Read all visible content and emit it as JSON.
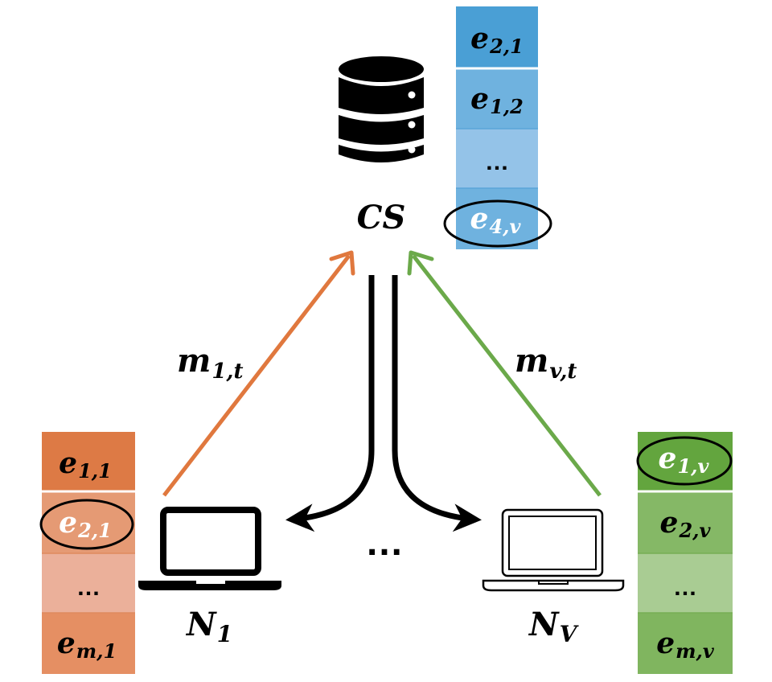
{
  "server": {
    "label_main": "CS",
    "icon": "database-icon"
  },
  "node_1": {
    "label_main": "N",
    "label_sub": "1",
    "icon": "laptop-icon"
  },
  "node_v": {
    "label_main": "N",
    "label_sub": "V",
    "icon": "laptop-icon"
  },
  "ellipsis_between_nodes": "…",
  "messages": {
    "m1": {
      "main": "m",
      "sub": "1,t",
      "color": "#E0783E"
    },
    "mv": {
      "main": "m",
      "sub": "v,t",
      "color": "#6BA94A"
    }
  },
  "stacks": {
    "cs": {
      "colors": [
        "#4A9FD5",
        "#6FB2DF",
        "#94C3E8",
        "#6FB2DF"
      ],
      "cells": [
        {
          "main": "e",
          "sub": "2,1"
        },
        {
          "main": "e",
          "sub": "1,2"
        },
        {
          "dots": "…"
        },
        {
          "main": "e",
          "sub": "4,v",
          "circled": true
        }
      ]
    },
    "n1": {
      "colors": [
        "#DD7A45",
        "#E59A74",
        "#EBB09A",
        "#E58F63"
      ],
      "cells": [
        {
          "main": "e",
          "sub": "1,1"
        },
        {
          "main": "e",
          "sub": "2,1",
          "circled": true
        },
        {
          "dots": "…"
        },
        {
          "main": "e",
          "sub": "m,1"
        }
      ]
    },
    "nv": {
      "colors": [
        "#63A53E",
        "#85B866",
        "#A9CC93",
        "#80B55F"
      ],
      "cells": [
        {
          "main": "e",
          "sub": "1,v",
          "circled": true
        },
        {
          "main": "e",
          "sub": "2,v"
        },
        {
          "dots": "…"
        },
        {
          "main": "e",
          "sub": "m,v"
        }
      ]
    }
  }
}
